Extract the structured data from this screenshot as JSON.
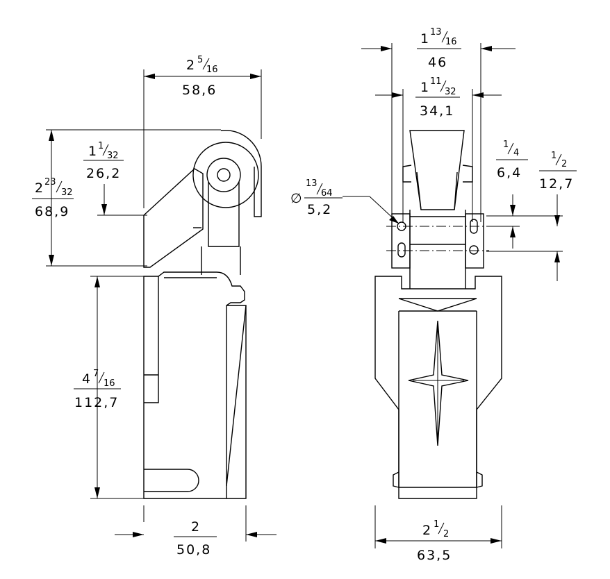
{
  "dimensions": {
    "side_width": {
      "whole": "2",
      "num": "5",
      "den": "16",
      "metric": "58,6"
    },
    "side_roller": {
      "whole": "1",
      "num": "1",
      "den": "32",
      "metric": "26,2"
    },
    "side_height_top": {
      "whole": "2",
      "num": "23",
      "den": "32",
      "metric": "68,9"
    },
    "side_height_body": {
      "whole": "4",
      "num": "7",
      "den": "16",
      "metric": "112,7"
    },
    "side_depth": {
      "whole": "2",
      "num": "",
      "den": "",
      "metric": "50,8"
    },
    "front_outer": {
      "whole": "1",
      "num": "13",
      "den": "16",
      "metric": "46"
    },
    "front_inner": {
      "whole": "1",
      "num": "11",
      "den": "32",
      "metric": "34,1"
    },
    "hole_dia": {
      "symbol": "∅",
      "num": "13",
      "den": "64",
      "metric": "5,2"
    },
    "slot_small": {
      "num": "1",
      "den": "4",
      "metric": "6,4"
    },
    "slot_large": {
      "num": "1",
      "den": "2",
      "metric": "12,7"
    },
    "front_width": {
      "whole": "2",
      "num": "1",
      "den": "2",
      "metric": "63,5"
    }
  }
}
